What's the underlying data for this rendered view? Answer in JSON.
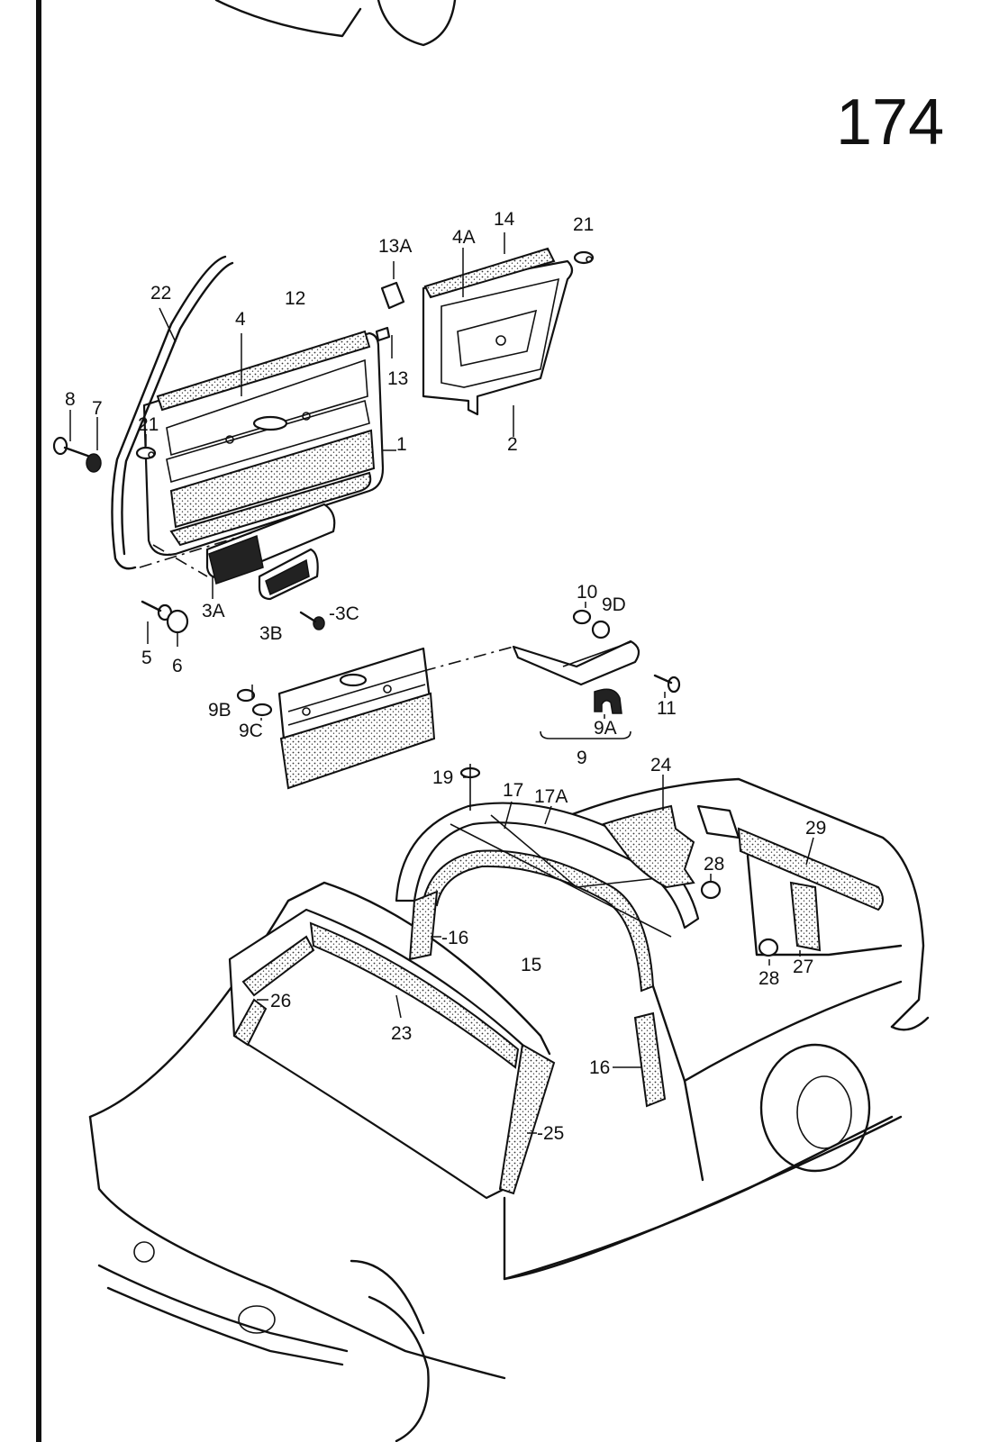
{
  "page_number": "174",
  "callouts": [
    {
      "id": "22",
      "label": "22"
    },
    {
      "id": "4",
      "label": "4"
    },
    {
      "id": "12",
      "label": "12"
    },
    {
      "id": "13A",
      "label": "13A"
    },
    {
      "id": "4A",
      "label": "4A"
    },
    {
      "id": "14",
      "label": "14"
    },
    {
      "id": "21a",
      "label": "21"
    },
    {
      "id": "13",
      "label": "13"
    },
    {
      "id": "2",
      "label": "2"
    },
    {
      "id": "1",
      "label": "1"
    },
    {
      "id": "8",
      "label": "8"
    },
    {
      "id": "7",
      "label": "7"
    },
    {
      "id": "21b",
      "label": "21"
    },
    {
      "id": "3A",
      "label": "3A"
    },
    {
      "id": "3B",
      "label": "3B"
    },
    {
      "id": "3C",
      "label": "-3C"
    },
    {
      "id": "5",
      "label": "5"
    },
    {
      "id": "6",
      "label": "6"
    },
    {
      "id": "10",
      "label": "10"
    },
    {
      "id": "9D",
      "label": "9D"
    },
    {
      "id": "11",
      "label": "11"
    },
    {
      "id": "9A",
      "label": "9A"
    },
    {
      "id": "9",
      "label": "9"
    },
    {
      "id": "9B",
      "label": "9B"
    },
    {
      "id": "9C",
      "label": "9C"
    },
    {
      "id": "19",
      "label": "19"
    },
    {
      "id": "17",
      "label": "17"
    },
    {
      "id": "17A",
      "label": "17A"
    },
    {
      "id": "24",
      "label": "24"
    },
    {
      "id": "29",
      "label": "29"
    },
    {
      "id": "28a",
      "label": "28"
    },
    {
      "id": "28b",
      "label": "28"
    },
    {
      "id": "27",
      "label": "27"
    },
    {
      "id": "16a",
      "label": "-16"
    },
    {
      "id": "15",
      "label": "15"
    },
    {
      "id": "26",
      "label": "26"
    },
    {
      "id": "23",
      "label": "23"
    },
    {
      "id": "16b",
      "label": "16"
    },
    {
      "id": "25",
      "label": "-25"
    }
  ]
}
